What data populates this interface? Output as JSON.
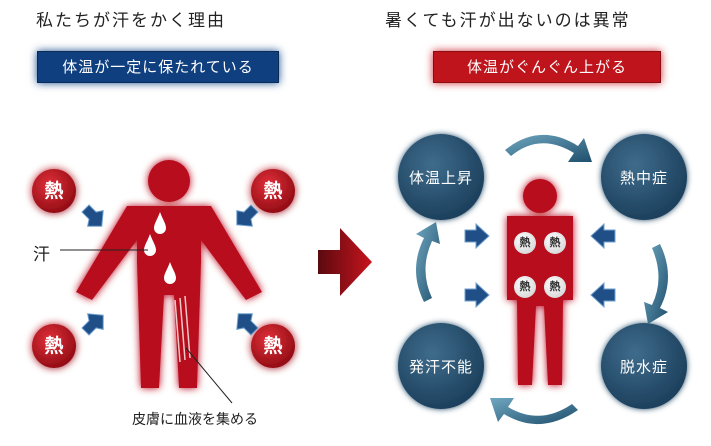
{
  "left": {
    "heading": "私たちが汗をかく理由",
    "banner": "体温が一定に保たれている",
    "heat_badges": [
      "熱",
      "熱",
      "熱",
      "熱"
    ],
    "sweat_label": "汗",
    "skin_label": "皮膚に血液を集める"
  },
  "right": {
    "heading": "暑くても汗が出ないのは異常",
    "banner": "体温がぐんぐん上がる",
    "body_heat": [
      "熱",
      "熱",
      "熱",
      "熱"
    ],
    "cycle": [
      "体温上昇",
      "熱中症",
      "脱水症",
      "発汗不能"
    ]
  },
  "colors": {
    "banner_blue": "#0f3f7e",
    "banner_red": "#c0141c",
    "figure_red": "#b8101a",
    "state_circle": "#2b5878",
    "cycle_arrow": "#3f7a96"
  }
}
